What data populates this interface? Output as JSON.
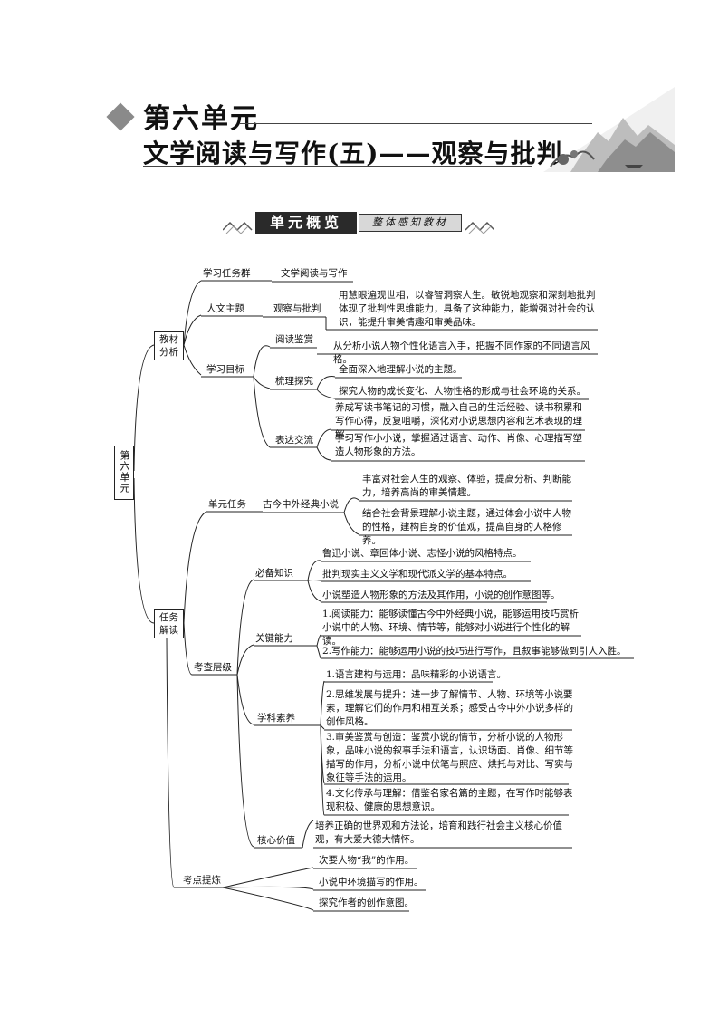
{
  "header": {
    "unit": "第六单元",
    "subtitle": "文学阅读与写作(五)——观察与批判"
  },
  "banner": {
    "title": "单元概览",
    "sub": "整体感知教材"
  },
  "mindmap": {
    "root": "第六单元",
    "b1": {
      "label": "教材分析",
      "group": "学习任务群",
      "group_val": "文学阅读与写作",
      "theme": "人文主题",
      "theme_key": "观察与批判",
      "theme_text": "用慧眼遍观世相，以睿智洞察人生。敏锐地观察和深刻地批判体现了批判性思维能力，具备了这种能力，能增强对社会的认识，能提升审美情趣和审美品味。",
      "goal": "学习目标",
      "g1": "阅读鉴赏",
      "g1_text": "从分析小说人物个性化语言入手，把握不同作家的不同语言风格。",
      "g2": "梳理探究",
      "g2_t1": "全面深入地理解小说的主题。",
      "g2_t2": "探究人物的成长变化、人物性格的形成与社会环境的关系。",
      "g3": "表达交流",
      "g3_t1": "养成写读书笔记的习惯，融入自己的生活经验、读书积累和写作心得，反复咀嚼，深化对小说思想内容和艺术表现的理解。",
      "g3_t2": "学习写作小小说，掌握通过语言、动作、肖像、心理描写塑造人物形象的方法。"
    },
    "b2": {
      "label": "任务解读",
      "task": "单元任务",
      "task_key": "古今中外经典小说",
      "task_t1": "丰富对社会人生的观察、体验，提高分析、判断能力，培养高尚的审美情趣。",
      "task_t2": "结合社会背景理解小说主题，通过体会小说中人物的性格，建构自身的价值观，提高自身的人格修养。",
      "level": "考查层级",
      "k": "必备知识",
      "k_t1": "鲁迅小说、章回体小说、志怪小说的风格特点。",
      "k_t2": "批判现实主义文学和现代派文学的基本特点。",
      "k_t3": "小说塑造人物形象的方法及其作用，小说的创作意图等。",
      "a": "关键能力",
      "a_t1": "1.阅读能力：能够读懂古今中外经典小说，能够运用技巧赏析小说中的人物、环境、情节等，能够对小说进行个性化的解读。",
      "a_t2": "2.写作能力：能够运用小说的技巧进行写作，且叙事能够做到引人入胜。",
      "s": "学科素养",
      "s_t1": "1.语言建构与运用：品味精彩的小说语言。",
      "s_t2": "2.思维发展与提升：进一步了解情节、人物、环境等小说要素，理解它们的作用和相互关系；感受古今中外小说多样的创作风格。",
      "s_t3": "3.审美鉴赏与创造：鉴赏小说的情节，分析小说的人物形象，品味小说的叙事手法和语言，认识场面、肖像、细节等描写的作用，分析小说中伏笔与照应、烘托与对比、写实与象征等手法的运用。",
      "s_t4": "4.文化传承与理解：借鉴名家名篇的主题，在写作时能够表现积极、健康的思想意识。",
      "v": "核心价值",
      "v_t1": "培养正确的世界观和方法论，培育和践行社会主义核心价值观，有大爱大德大情怀。",
      "p": "考点提炼",
      "p_t1": "次要人物“我”的作用。",
      "p_t2": "小说中环境描写的作用。",
      "p_t3": "探究作者的创作意图。"
    }
  }
}
